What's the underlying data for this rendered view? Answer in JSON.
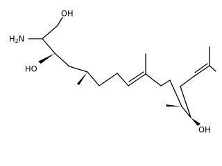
{
  "molecule": {
    "atom_labels": {
      "oh_top": "OH",
      "nh2_h": "H",
      "nh2_sub": "2",
      "nh2_n": "N",
      "oh_left": "HO",
      "oh_bottom": "OH"
    }
  }
}
